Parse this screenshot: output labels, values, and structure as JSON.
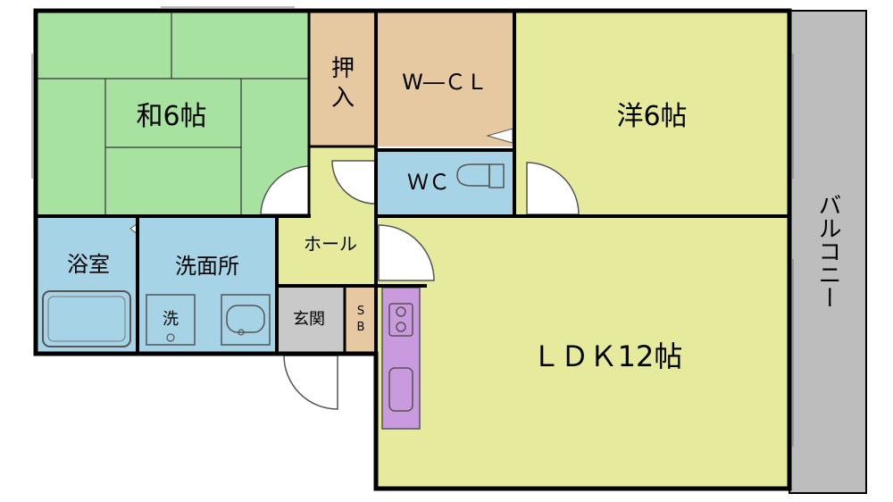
{
  "rooms": {
    "washitsu": "和6帖",
    "oshiire_line1": "押",
    "oshiire_line2": "入",
    "wcl": "W―ＣＬ",
    "youshitsu": "洋6帖",
    "wc": "ＷＣ",
    "balcony": "バルコニー",
    "yokushitsu": "浴室",
    "senmenjo": "洗面所",
    "hall": "ホール",
    "laundry_mark": "洗",
    "genkan": "玄関",
    "sb_line1": "S",
    "sb_line2": "B",
    "ldk": "ＬＤＫ12帖"
  },
  "colors": {
    "tatami": "#a8e2a0",
    "wood": "#e6c9a0",
    "floor_yellow": "#e6ea9c",
    "wet_blue": "#a6d4e6",
    "genkan_gray": "#c9c9c9",
    "balcony_gray": "#bdbdbd",
    "kitchen_purple": "#c99add",
    "wall": "#000000"
  }
}
